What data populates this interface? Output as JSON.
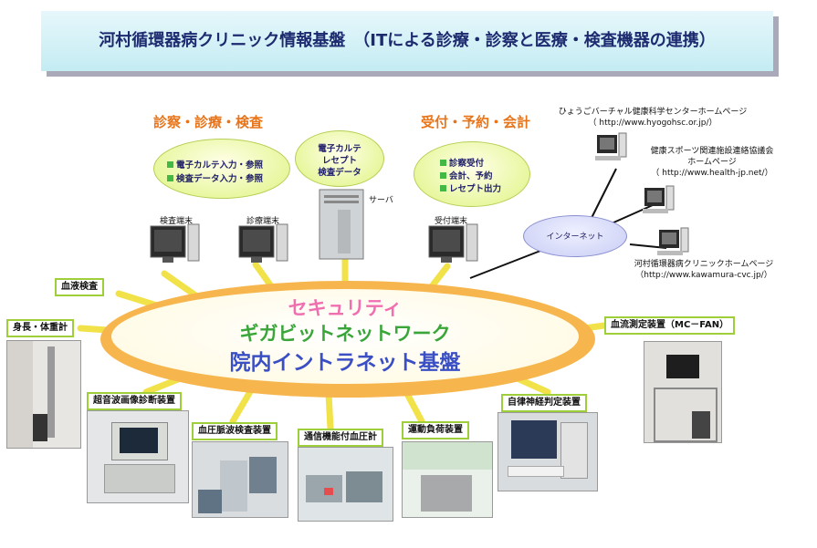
{
  "title": "河村循環器病クリニック情報基盤　（ITによる診療・診察と医療・検査機器の連携）",
  "categories": {
    "left": "診察・診療・検査",
    "right": "受付・予約・会計"
  },
  "left_bubble": {
    "items": [
      "電子カルテ入力・参照",
      "検査データ入力・参照"
    ]
  },
  "server_bubble": {
    "lines": [
      "電子カルテ",
      "レセプト",
      "検査データ"
    ]
  },
  "right_bubble": {
    "items": [
      "診察受付",
      "会計、予約",
      "レセプト出力"
    ]
  },
  "terminals": {
    "exam": "検査端末",
    "clinic": "診療端末",
    "server": "サーバ",
    "reception": "受付端末"
  },
  "internet": "インターネット",
  "websites": [
    {
      "name": "ひょうごバーチャル健康科学センターホームページ",
      "url": "（ http://www.hyogohsc.or.jp/）"
    },
    {
      "name": "健康スポーツ関連施設連絡協議会",
      "name2": "ホームページ",
      "url": "（ http://www.health-jp.net/）"
    },
    {
      "name": "河村循環器病クリニックホームページ",
      "url": "（http://www.kawamura-cvc.jp/）"
    }
  ],
  "network": {
    "line1": "セキュリティ",
    "line2": "ギガビットネットワーク",
    "line3": "院内イントラネット基盤"
  },
  "devices": {
    "blood_test": "血液検査",
    "height_weight": "身長・体重計",
    "ultrasound": "超音波画像診断装置",
    "pulse_wave": "血圧脈波検査装置",
    "comm_bp": "通信機能付血圧計",
    "exercise": "運動負荷装置",
    "autonomic": "自律神経判定装置",
    "blood_flow": "血流測定装置（MC－FAN）"
  },
  "colors": {
    "security": "#f06fb0",
    "gigabit": "#3aa63a",
    "intranet": "#3a4fc4",
    "category": "#e8741a",
    "label_border": "#9ecf3a"
  }
}
